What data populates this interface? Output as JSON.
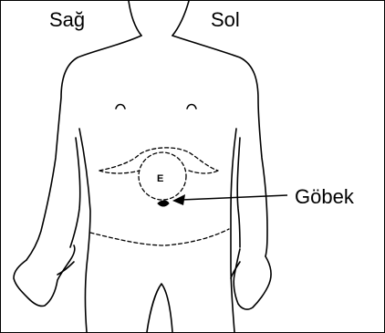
{
  "labels": {
    "right_side": "Sağ",
    "left_side": "Sol",
    "navel": "Göbek",
    "navel_marker": "E"
  },
  "colors": {
    "line": "#000000",
    "background": "#ffffff"
  }
}
